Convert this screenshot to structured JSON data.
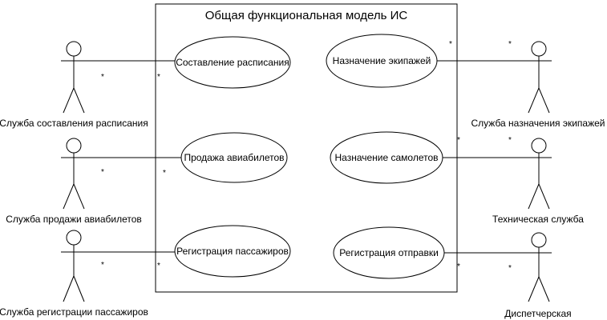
{
  "system": {
    "title": "Общая функциональная модель ИС"
  },
  "use_cases": [
    {
      "id": "uc1",
      "label": "Составление расписания"
    },
    {
      "id": "uc2",
      "label": "Продажа авиабилетов"
    },
    {
      "id": "uc3",
      "label": "Регистрация пассажиров"
    },
    {
      "id": "uc4",
      "label": "Назначение экипажей"
    },
    {
      "id": "uc5",
      "label": "Назначение самолетов"
    },
    {
      "id": "uc6",
      "label": "Регистрация отправки"
    }
  ],
  "actors": [
    {
      "id": "a1",
      "label": "Служба составления расписания"
    },
    {
      "id": "a2",
      "label": "Служба продажи авиабилетов"
    },
    {
      "id": "a3",
      "label": "Служба регистрации пассажиров"
    },
    {
      "id": "a4",
      "label": "Служба назначения экипажей"
    },
    {
      "id": "a5",
      "label": "Техническая служба"
    },
    {
      "id": "a6",
      "label": "Диспетчерская"
    }
  ],
  "multiplicity": "*"
}
